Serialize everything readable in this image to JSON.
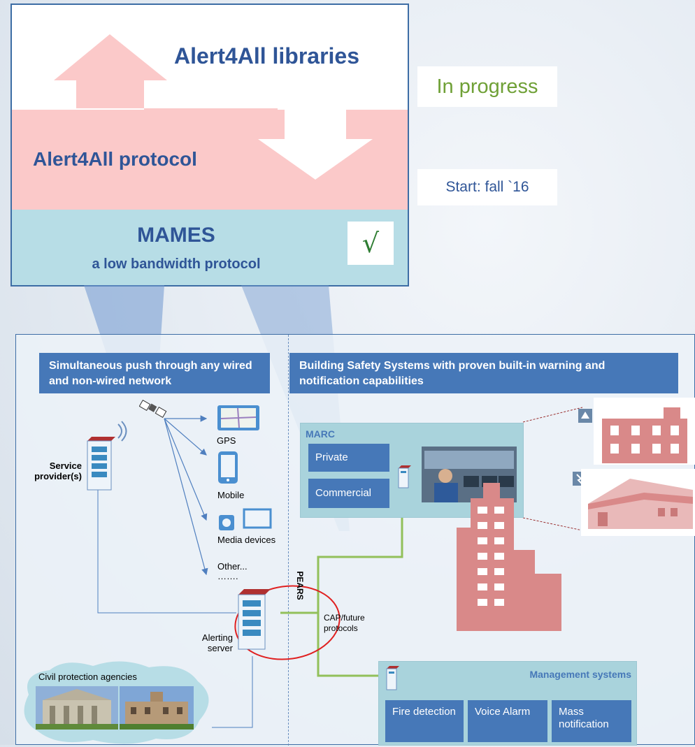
{
  "stack": {
    "libraries_title": "Alert4All libraries",
    "protocol_title": "Alert4All protocol",
    "mames_title": "MAMES",
    "mames_subtitle": "a low bandwidth protocol",
    "check_mark": "√"
  },
  "status": {
    "in_progress": "In progress",
    "start": "Start: fall `16"
  },
  "left_section": {
    "header": "Simultaneous push through any wired and non-wired network",
    "service_provider": "Service provider(s)",
    "devices": [
      "GPS",
      "Mobile",
      "Media devices",
      "Other...",
      "……."
    ],
    "alerting_server": "Alerting server",
    "civil_protection": "Civil protection agencies",
    "pears": "PEARS",
    "cap_label": "CAP/future protocols"
  },
  "right_section": {
    "header": "Building Safety Systems with proven built-in warning and notification capabilities",
    "marc": "MARC",
    "private": "Private",
    "commercial": "Commercial",
    "management_systems": "Management systems",
    "fire_detection": "Fire detection",
    "voice_alarm": "Voice Alarm",
    "mass_notification": "Mass notification"
  },
  "colors": {
    "accent_blue": "#4678b8",
    "title_blue": "#2f5597",
    "protocol_pink": "#fbc9c9",
    "mames_teal": "#b7dde6",
    "progress_green": "#6fa036",
    "connector_green": "#92c05a",
    "highlight_red": "#e02020",
    "building_red": "#d98989"
  }
}
